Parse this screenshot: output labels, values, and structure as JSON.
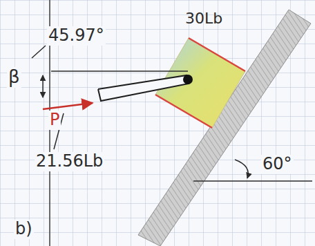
{
  "diagram": {
    "nodes": [
      {
        "text": [
          "30Lb"
        ]
      }
    ],
    "labels": [
      "45.97°",
      "β",
      "P",
      "21.56Lb",
      "60°",
      "b)"
    ]
  }
}
